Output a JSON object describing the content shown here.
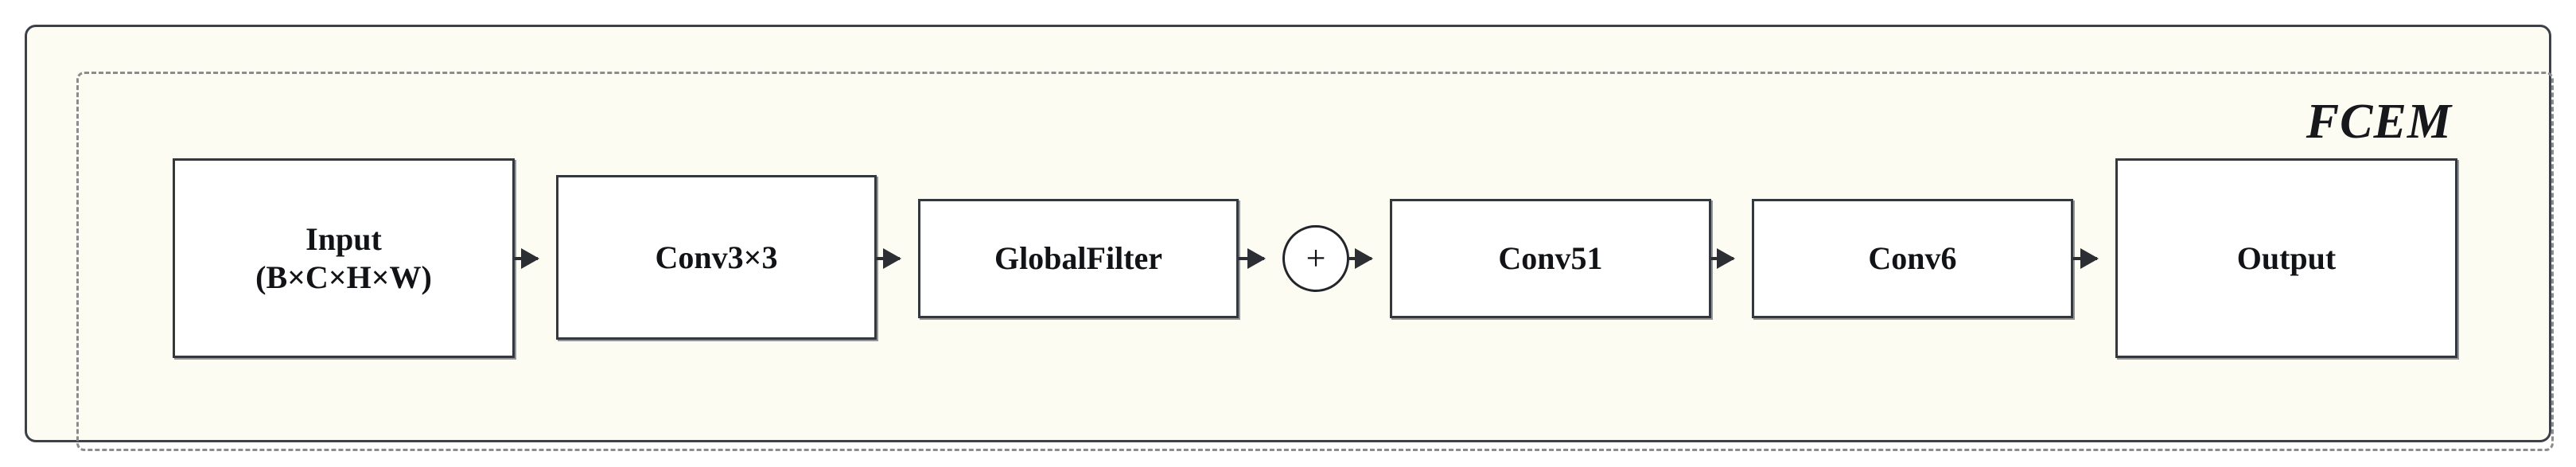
{
  "diagram": {
    "module_label": "FCEM",
    "colors": {
      "page_background": "#ffffff",
      "panel_background": "#fdfcf3",
      "node_background": "#ffffff",
      "outer_border": "#3b4049",
      "dashed_border": "#8c8c8c",
      "node_border": "#33383f",
      "text": "#121317",
      "arrow": "#2b2e33"
    },
    "nodes": [
      {
        "id": "input",
        "label": "Input\n(B×C×H×W)"
      },
      {
        "id": "conv33",
        "label": "Conv3×3"
      },
      {
        "id": "globalfilter",
        "label": "GlobalFilter"
      },
      {
        "id": "sum",
        "label": "+"
      },
      {
        "id": "conv51",
        "label": "Conv51"
      },
      {
        "id": "conv6",
        "label": "Conv6"
      },
      {
        "id": "output",
        "label": "Output"
      }
    ],
    "edges": [
      {
        "from": "input",
        "to": "conv33"
      },
      {
        "from": "conv33",
        "to": "globalfilter"
      },
      {
        "from": "globalfilter",
        "to": "sum"
      },
      {
        "from": "sum",
        "to": "conv51"
      },
      {
        "from": "conv51",
        "to": "conv6"
      },
      {
        "from": "conv6",
        "to": "output"
      }
    ]
  }
}
